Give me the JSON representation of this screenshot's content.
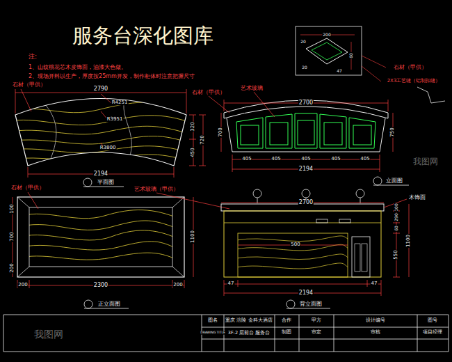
{
  "diagram": {
    "title": "服务台深化图库",
    "labels": [
      "注:",
      "1、山纹桃花芯木皮饰面，油漆大色做。",
      "2、现场开料以生产，厚度按25mm开发，制作柜体时注意把握尺寸",
      "石材（甲供）",
      "2790",
      "R4251",
      "R3951",
      "R3800",
      "320",
      "450",
      "720",
      "2194",
      "平面图",
      "石材（甲供）",
      "艺术玻璃",
      "2700",
      "700",
      "750",
      "405",
      "405",
      "405",
      "405",
      "405",
      "2194",
      "立面图",
      "200",
      "20",
      "60",
      "47",
      "20",
      "石材（甲供）",
      "2X3工艺缝（铝制扣缝）",
      "石材（甲供）",
      "艺术玻璃（甲供）",
      "100",
      "700",
      "200",
      "1100",
      "200",
      "2300",
      "200",
      "正立面图",
      "2700",
      "500",
      "47",
      "47",
      "2194",
      "背立面图",
      "木饰面",
      "100",
      "290",
      "60",
      "550",
      "1100",
      "图名",
      "重庆 涪陵 金科大酒店",
      "合作",
      "甲方",
      "设计编号",
      "图号",
      "DRAWING TITLE",
      "3F-2 层前台 服务台",
      "制图",
      "审定",
      "审核",
      "项目经理",
      "我图网",
      "我图网"
    ]
  }
}
